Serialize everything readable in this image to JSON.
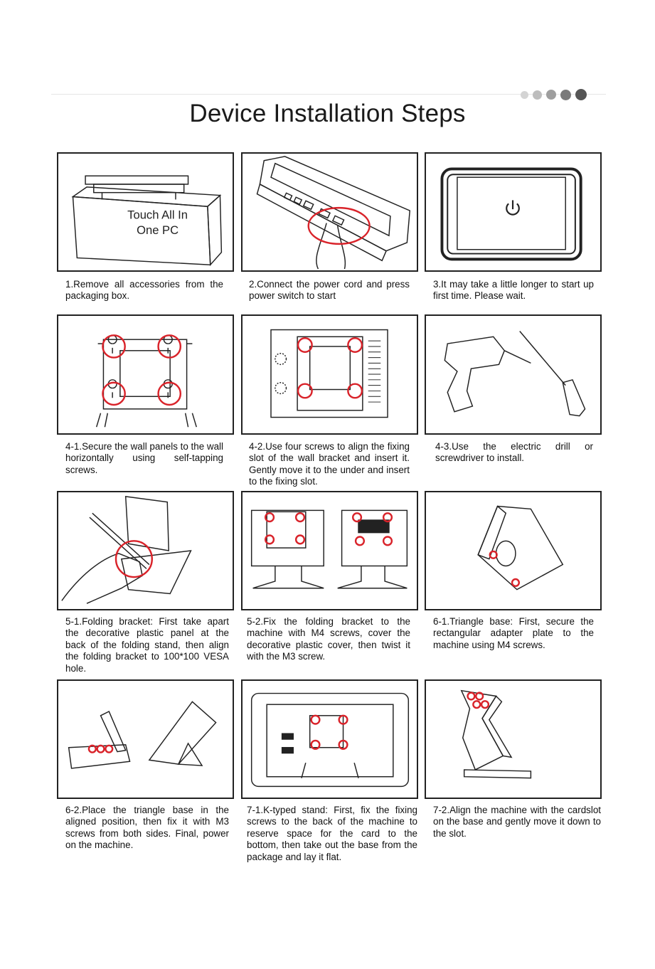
{
  "page_title": "Device Installation Steps",
  "pager_dots": 5,
  "illustration": {
    "box_label_line1": "Touch All In",
    "box_label_line2": "One PC"
  },
  "steps": [
    {
      "id": "1",
      "caption": "1.Remove all accessories from the packaging box."
    },
    {
      "id": "2",
      "caption": "2.Connect the power cord and press power switch to start"
    },
    {
      "id": "3",
      "caption": "3.It may take a little longer to start up first time. Please wait."
    },
    {
      "id": "4-1",
      "caption": "4-1.Secure the wall panels to the wall horizontally using self-tapping screws."
    },
    {
      "id": "4-2",
      "caption": "4-2.Use four screws to align the fixing slot of the wall bracket and insert it. Gently move it to the under and insert to the fixing slot."
    },
    {
      "id": "4-3",
      "caption": "4-3.Use the electric drill or screwdriver to install."
    },
    {
      "id": "5-1",
      "caption": "5-1.Folding bracket: First take apart the decorative plastic panel at the back of the folding stand, then align the folding bracket to 100*100 VESA hole."
    },
    {
      "id": "5-2",
      "caption": "5-2.Fix the folding bracket to the machine with M4 screws, cover the decorative plastic cover, then twist it with the M3 screw."
    },
    {
      "id": "6-1",
      "caption": "6-1.Triangle base: First,  secure the rectangular adapter plate to the machine using M4 screws."
    },
    {
      "id": "6-2",
      "caption": "6-2.Place the triangle base in the aligned  position, then fix it with M3 screws from both sides. Final, power on the machine."
    },
    {
      "id": "7-1",
      "caption": "7-1.K-typed stand: First, fix the fixing screws to the back of the machine to reserve space  for the card to the bottom, then take out the base from the package and lay it flat."
    },
    {
      "id": "7-2",
      "caption": "7-2.Align the machine with the cardslot on the base and gently move it down to the slot."
    }
  ],
  "colors": {
    "line": "#222222",
    "highlight_circle": "#d9232a",
    "dot_light": "#cfcfcf",
    "dot_dark": "#5a5a5a"
  }
}
